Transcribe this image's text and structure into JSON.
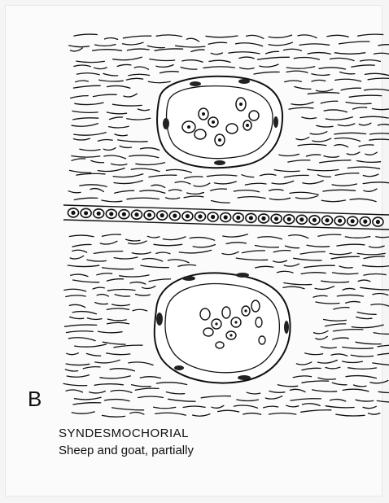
{
  "figure": {
    "panel_letter": "B",
    "title": "SYNDESMOCHORIAL",
    "subtitle": "Sheep and goat, partially"
  }
}
